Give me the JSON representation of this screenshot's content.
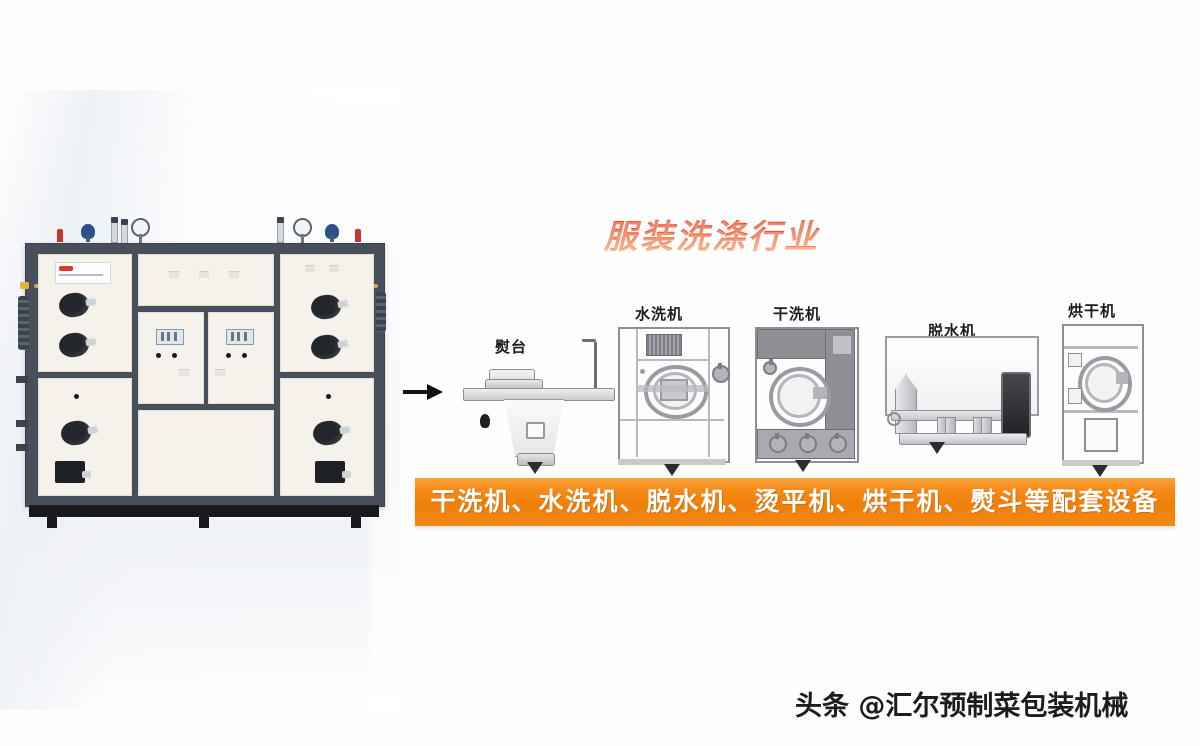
{
  "page": {
    "background_color": "#ffffff",
    "title_text": "服装洗涤行业",
    "title_color_start": "#f04e23",
    "title_color_end": "#fbb48c"
  },
  "flow": {
    "arrow_name": "process-flow-arrow"
  },
  "equipment": [
    {
      "id": "ironing-table",
      "label": "熨台"
    },
    {
      "id": "washing-machine",
      "label": "水洗机"
    },
    {
      "id": "dry-cleaning-machine",
      "label": "干洗机"
    },
    {
      "id": "dehydrator",
      "label": "脱水机"
    },
    {
      "id": "dryer",
      "label": "烘干机"
    }
  ],
  "banner": {
    "text": "干洗机、水洗机、脱水机、烫平机、烘干机、熨斗等配套设备",
    "background_color": "#ef7f08",
    "text_color": "#ffffff"
  },
  "boiler": {
    "name": "steam-generator",
    "frame_color": "#474f5b",
    "panel_color": "#f4f2ea",
    "knob_color": "#23262b"
  },
  "watermark": {
    "text": "头条 @汇尔预制菜包装机械"
  }
}
